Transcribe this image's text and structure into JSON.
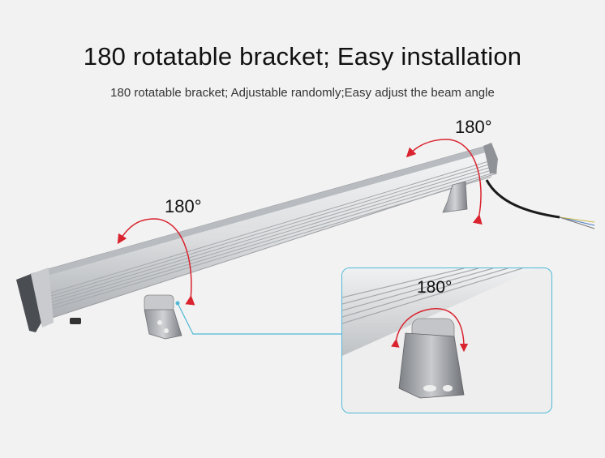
{
  "header": {
    "title": "180 rotatable bracket; Easy installation",
    "subtitle": "180 rotatable bracket; Adjustable randomly;Easy adjust the beam angle"
  },
  "annotations": {
    "right_angle": "180°",
    "left_angle": "180°",
    "inset_angle": "180°"
  },
  "colors": {
    "background": "#f2f2f2",
    "arrow": "#d9232e",
    "callout": "#4fb9d6",
    "housing": "#d6d8da"
  },
  "image": {
    "main_subject": "led-wall-washer-bar",
    "inset_subject": "rotatable-bracket-closeup"
  }
}
